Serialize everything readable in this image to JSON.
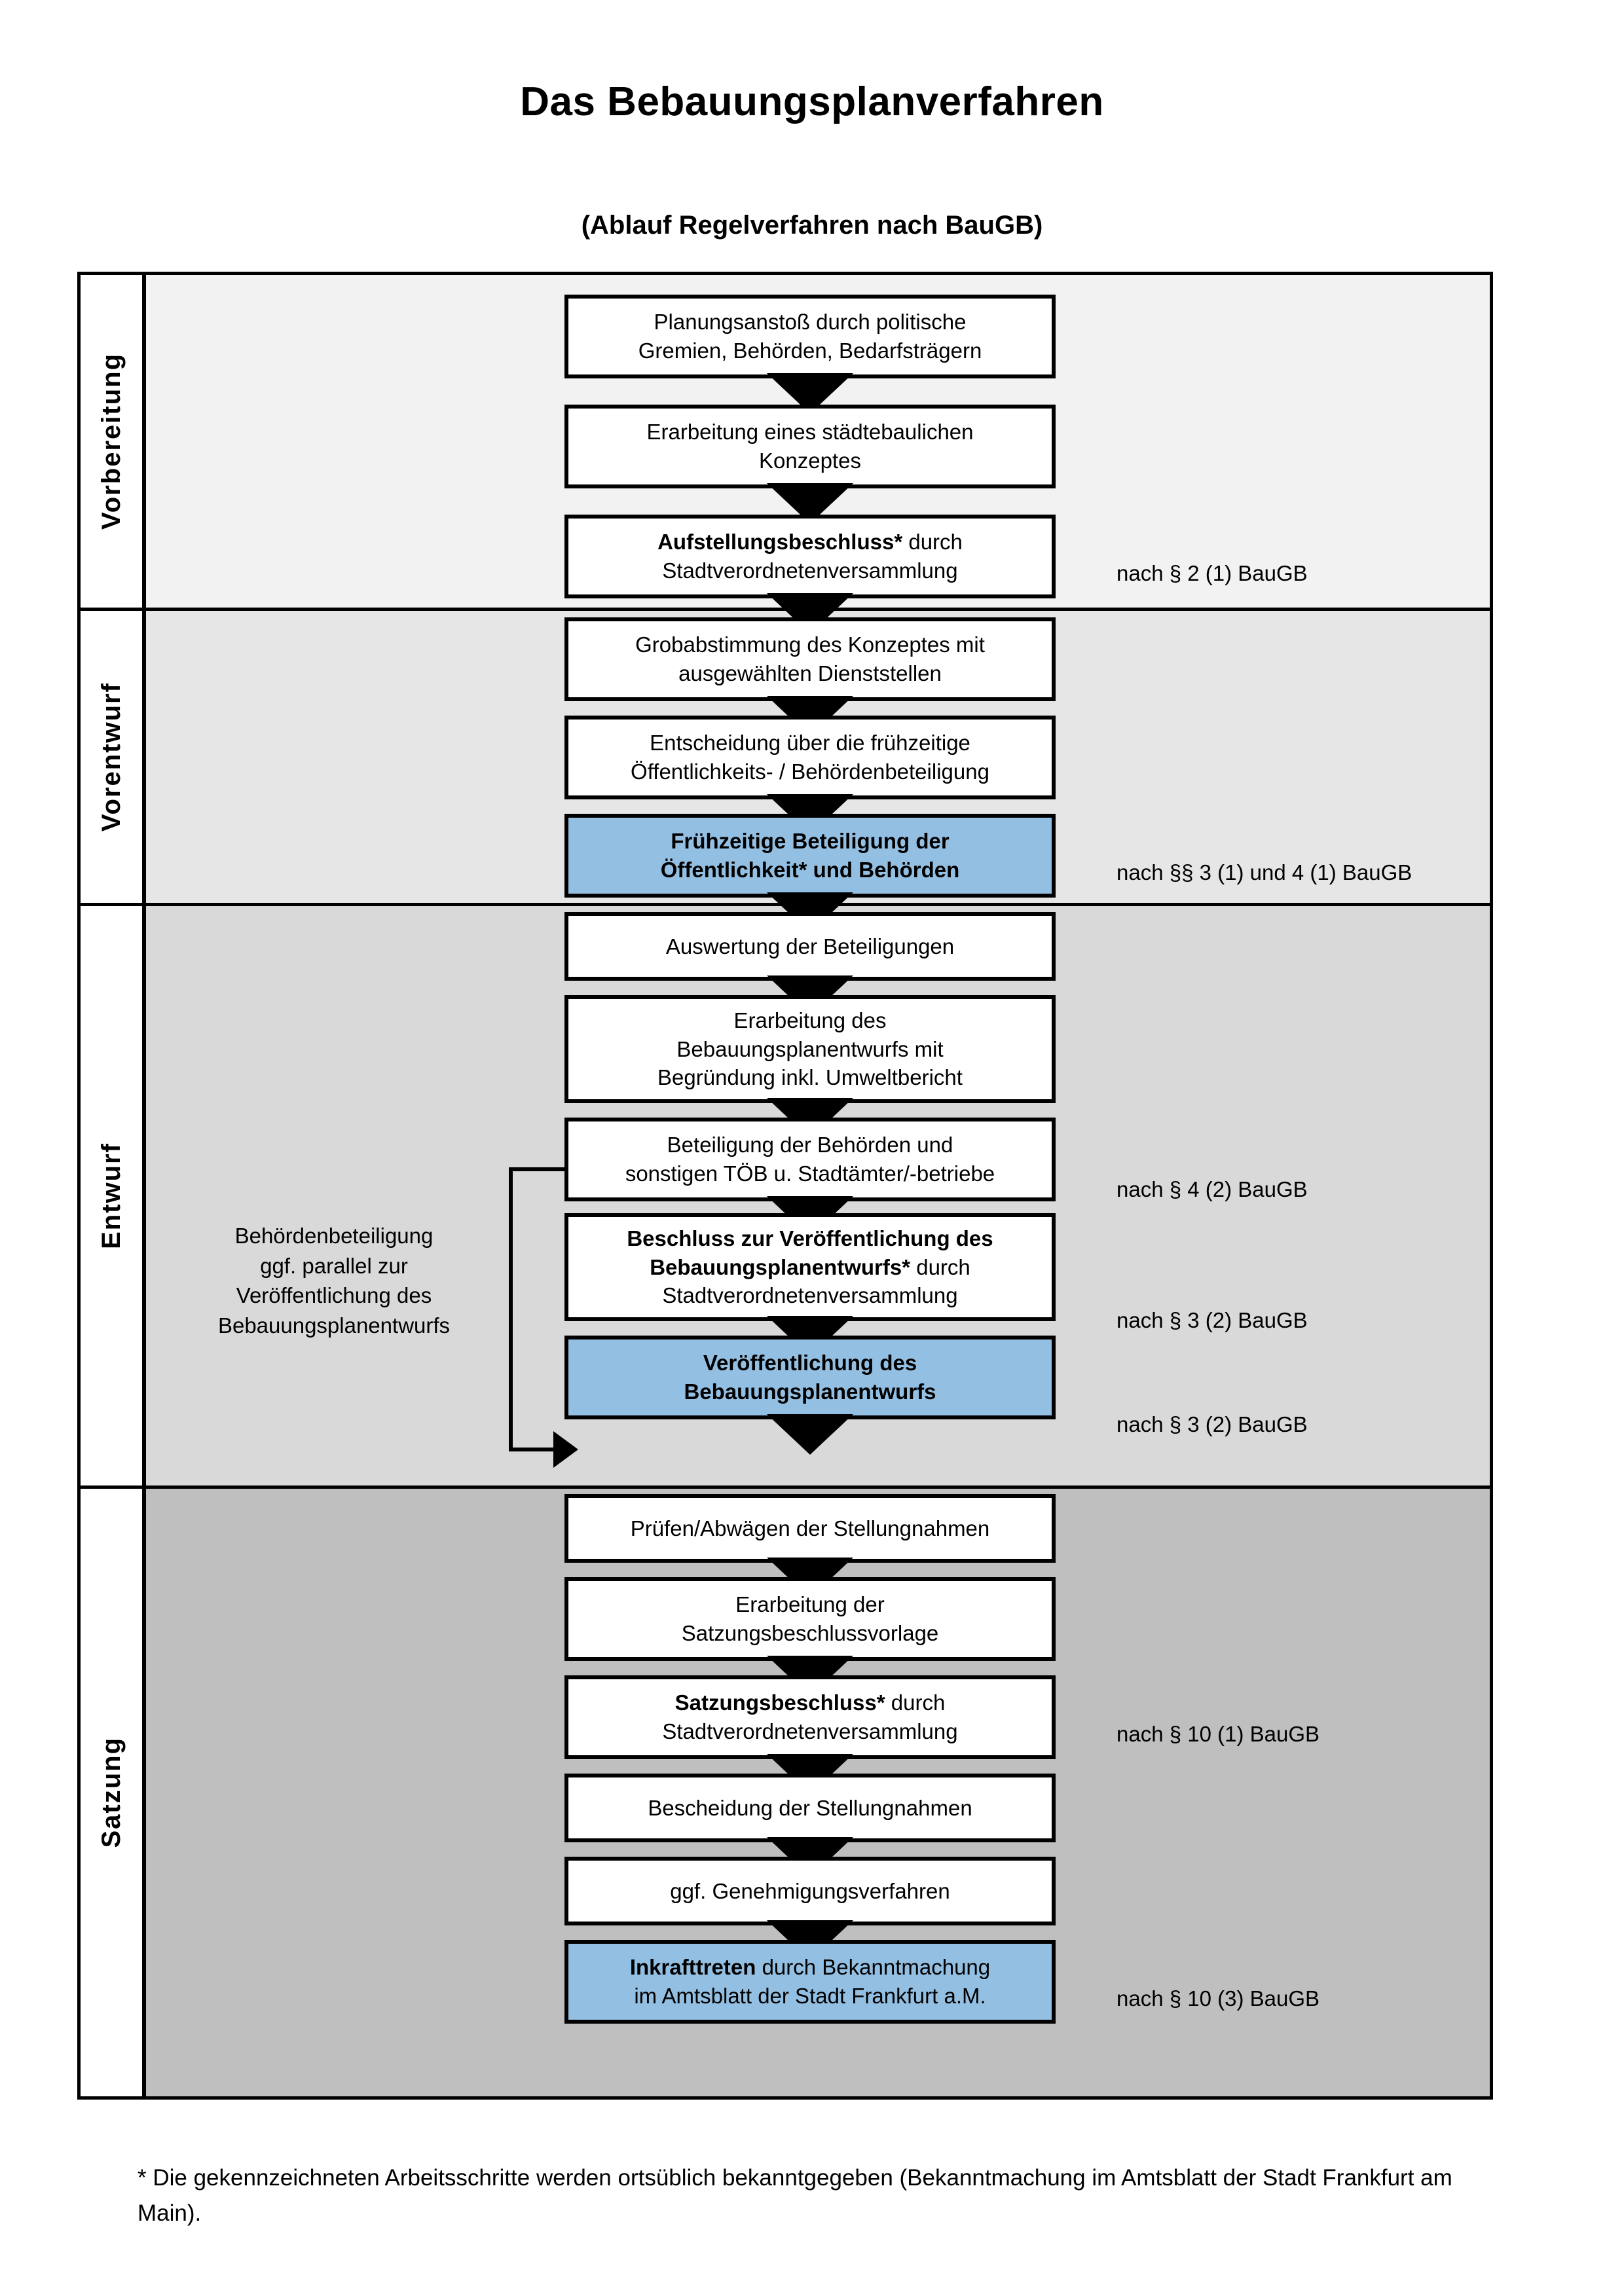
{
  "document": {
    "title": "Das Bebauungsplanverfahren",
    "subtitle": "(Ablauf Regelverfahren nach BauGB)",
    "footnote": "* Die gekennzeichneten Arbeitsschritte werden ortsüblich bekanntgegeben (Bekanntmachung im Amtsblatt  der Stadt Frankfurt am Main)."
  },
  "colors": {
    "highlight_blue": "#93BFE3",
    "band_1": "#F2F2F2",
    "band_2": "#E6E6E6",
    "band_3": "#D9D9D9",
    "band_4": "#BFBFBF",
    "line": "#000000"
  },
  "phases": [
    {
      "label": "Vorbereitung"
    },
    {
      "label": "Vorentwurf"
    },
    {
      "label": "Entwurf"
    },
    {
      "label": "Satzung"
    }
  ],
  "steps": [
    {
      "id": "planungsanstoss",
      "lines": [
        {
          "text": "Planungsanstoß durch politische",
          "bold": false
        },
        {
          "text": "Gremien, Behörden, Bedarfsträgern",
          "bold": false
        }
      ],
      "highlight": false
    },
    {
      "id": "konzept",
      "lines": [
        {
          "text": "Erarbeitung eines städtebaulichen",
          "bold": false
        },
        {
          "text": "Konzeptes",
          "bold": false
        }
      ],
      "highlight": false
    },
    {
      "id": "aufstellungsbeschluss",
      "lines": [
        {
          "text": "Aufstellungsbeschluss*",
          "bold": true
        },
        {
          "text": " durch",
          "bold": false
        },
        {
          "text": "Stadtverordnetenversammlung",
          "bold": false
        }
      ],
      "highlight": false
    },
    {
      "id": "grobabstimmung",
      "lines": [
        {
          "text": "Grobabstimmung des Konzeptes mit",
          "bold": false
        },
        {
          "text": "ausgewählten Dienststellen",
          "bold": false
        }
      ],
      "highlight": false
    },
    {
      "id": "entscheidung-fruehzeitig",
      "lines": [
        {
          "text": "Entscheidung über die frühzeitige",
          "bold": false
        },
        {
          "text": "Öffentlichkeits- / Behördenbeteiligung",
          "bold": false
        }
      ],
      "highlight": false
    },
    {
      "id": "fruehzeitige-beteiligung",
      "lines": [
        {
          "text": "Frühzeitige Beteiligung der",
          "bold": true
        },
        {
          "text": "Öffentlichkeit* und Behörden",
          "bold": true
        }
      ],
      "highlight": true
    },
    {
      "id": "auswertung",
      "lines": [
        {
          "text": "Auswertung der Beteiligungen",
          "bold": false
        }
      ],
      "highlight": false
    },
    {
      "id": "erarbeitung-entwurf",
      "lines": [
        {
          "text": "Erarbeitung des",
          "bold": false
        },
        {
          "text": "Bebauungsplanentwurfs mit",
          "bold": false
        },
        {
          "text": "Begründung inkl. Umweltbericht",
          "bold": false
        }
      ],
      "highlight": false
    },
    {
      "id": "beteiligung-behoerden",
      "lines": [
        {
          "text": "Beteiligung der Behörden und",
          "bold": false
        },
        {
          "text": "sonstigen TÖB u. Stadtämter/-betriebe",
          "bold": false
        }
      ],
      "highlight": false
    },
    {
      "id": "beschluss-veroeffentlichung",
      "lines": [
        {
          "text": "Beschluss zur Veröffentlichung des",
          "bold": true
        },
        {
          "text": "Bebauungsplanentwurfs*",
          "bold": true
        },
        {
          "text": " durch",
          "bold": false
        },
        {
          "text": "Stadtverordnetenversammlung",
          "bold": false
        }
      ],
      "highlight": false
    },
    {
      "id": "veroeffentlichung",
      "lines": [
        {
          "text": "Veröffentlichung des",
          "bold": true
        },
        {
          "text": "Bebauungsplanentwurfs",
          "bold": true
        }
      ],
      "highlight": true
    },
    {
      "id": "pruefen-abwaegen",
      "lines": [
        {
          "text": "Prüfen/Abwägen der Stellungnahmen",
          "bold": false
        }
      ],
      "highlight": false
    },
    {
      "id": "satzungsbeschlussvorlage",
      "lines": [
        {
          "text": "Erarbeitung der",
          "bold": false
        },
        {
          "text": "Satzungsbeschlussvorlage",
          "bold": false
        }
      ],
      "highlight": false
    },
    {
      "id": "satzungsbeschluss",
      "lines": [
        {
          "text": "Satzungsbeschluss*",
          "bold": true
        },
        {
          "text": " durch",
          "bold": false
        },
        {
          "text": "Stadtverordnetenversammlung",
          "bold": false
        }
      ],
      "highlight": false
    },
    {
      "id": "bescheidung",
      "lines": [
        {
          "text": "Bescheidung der Stellungnahmen",
          "bold": false
        }
      ],
      "highlight": false
    },
    {
      "id": "genehmigungsverfahren",
      "lines": [
        {
          "text": "ggf. Genehmigungsverfahren",
          "bold": false
        }
      ],
      "highlight": false
    },
    {
      "id": "inkrafttreten",
      "lines": [
        {
          "text": "Inkrafttreten",
          "bold": true
        },
        {
          "text": " durch Bekanntmachung",
          "bold": false
        },
        {
          "text": "im Amtsblatt der Stadt Frankfurt a.M.",
          "bold": false
        }
      ],
      "highlight": true
    }
  ],
  "step_text": {
    "planungsanstoss_l1": "Planungsanstoß durch politische",
    "planungsanstoss_l2": "Gremien, Behörden, Bedarfsträgern",
    "konzept_l1": "Erarbeitung eines städtebaulichen",
    "konzept_l2": "Konzeptes",
    "aufstellungsbeschluss_b": "Aufstellungsbeschluss*",
    "aufstellungsbeschluss_r": " durch",
    "aufstellungsbeschluss_l2": "Stadtverordnetenversammlung",
    "grobabstimmung_l1": "Grobabstimmung des Konzeptes mit",
    "grobabstimmung_l2": "ausgewählten Dienststellen",
    "entscheidung_l1": "Entscheidung über die frühzeitige",
    "entscheidung_l2": "Öffentlichkeits- / Behördenbeteiligung",
    "fruehzeitige_l1": "Frühzeitige Beteiligung der",
    "fruehzeitige_l2": "Öffentlichkeit* und Behörden",
    "auswertung_l1": "Auswertung der Beteiligungen",
    "erarbeitung_l1": "Erarbeitung des",
    "erarbeitung_l2": "Bebauungsplanentwurfs mit",
    "erarbeitung_l3": "Begründung inkl. Umweltbericht",
    "beteiligung_l1": "Beteiligung der Behörden und",
    "beteiligung_l2": "sonstigen TÖB u. Stadtämter/-betriebe",
    "beschluss_b1": "Beschluss zur Veröffentlichung des",
    "beschluss_b2": "Bebauungsplanentwurfs*",
    "beschluss_r": " durch",
    "beschluss_l3": "Stadtverordnetenversammlung",
    "veroeffentlichung_l1": "Veröffentlichung des",
    "veroeffentlichung_l2": "Bebauungsplanentwurfs",
    "pruefen_l1": "Prüfen/Abwägen der Stellungnahmen",
    "satzungsvorlage_l1": "Erarbeitung der",
    "satzungsvorlage_l2": "Satzungsbeschlussvorlage",
    "satzungsbeschluss_b": "Satzungsbeschluss*",
    "satzungsbeschluss_r": " durch",
    "satzungsbeschluss_l2": "Stadtverordnetenversammlung",
    "bescheidung_l1": "Bescheidung der Stellungnahmen",
    "genehmigung_l1": "ggf. Genehmigungsverfahren",
    "inkrafttreten_b": "Inkrafttreten",
    "inkrafttreten_r": " durch Bekanntmachung",
    "inkrafttreten_l2": "im Amtsblatt der Stadt Frankfurt a.M."
  },
  "references": [
    {
      "id": "ref-aufstellungsbeschluss",
      "text": "nach § 2 (1) BauGB"
    },
    {
      "id": "ref-fruehzeitige-beteiligung",
      "text": "nach §§ 3 (1) und 4 (1) BauGB"
    },
    {
      "id": "ref-beteiligung-behoerden",
      "text": "nach § 4 (2) BauGB"
    },
    {
      "id": "ref-beschluss-veroeffentlichung",
      "text": "nach § 3 (2) BauGB"
    },
    {
      "id": "ref-veroeffentlichung",
      "text": "nach § 3 (2) BauGB"
    },
    {
      "id": "ref-satzungsbeschluss",
      "text": "nach § 10 (1) BauGB"
    },
    {
      "id": "ref-inkrafttreten",
      "text": "nach § 10 (3) BauGB"
    }
  ],
  "side_note": {
    "l1": "Behördenbeteiligung",
    "l2": "ggf. parallel zur",
    "l3": "Veröffentlichung des",
    "l4": "Bebauungsplanentwurfs"
  }
}
